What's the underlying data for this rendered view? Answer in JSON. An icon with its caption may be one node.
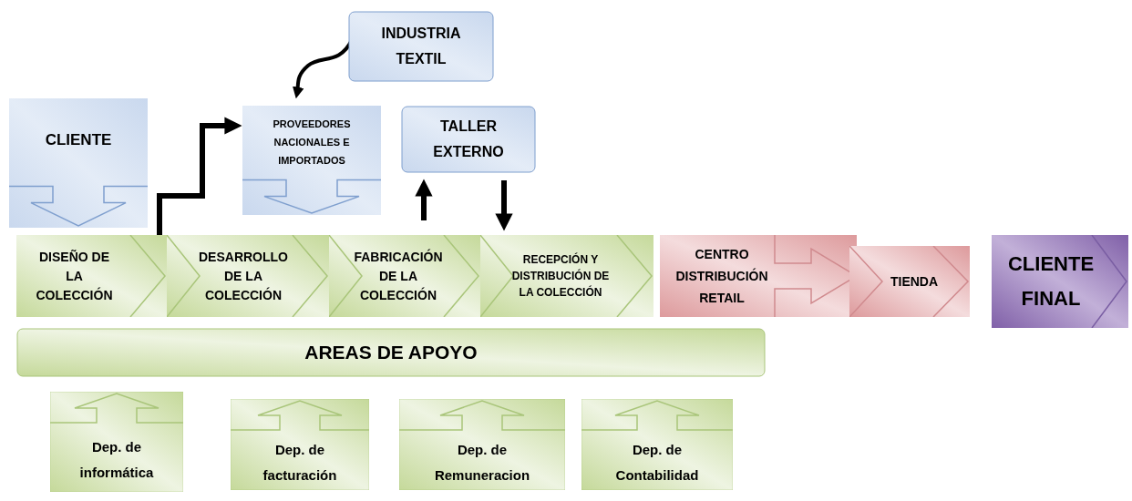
{
  "diagram": {
    "nodes": [
      {
        "text": [
          "CLIENTE"
        ]
      },
      {
        "text": [
          "INDUSTRIA TEXTIL"
        ]
      },
      {
        "text": [
          "PROVEEDORES NACIONALES E IMPORTADOS"
        ]
      },
      {
        "text": [
          "TALLER EXTERNO"
        ]
      },
      {
        "text": [
          "DISEÑO DE LA COLECCIÓN"
        ]
      },
      {
        "text": [
          "DESARROLLO DE LA COLECCIÓN"
        ]
      },
      {
        "text": [
          "FABRICACIÓN DE LA COLECCIÓN"
        ]
      },
      {
        "text": [
          "RECEPCIÓN Y DISTRIBUCIÓN DE LA COLECCIÓN"
        ]
      },
      {
        "text": [
          "CENTRO DISTRIBUCIÓN RETAIL"
        ]
      },
      {
        "text": [
          "TIENDA"
        ]
      },
      {
        "text": [
          "CLIENTE FINAL"
        ]
      },
      {
        "text": [
          "AREAS DE APOYO"
        ]
      },
      {
        "text": [
          "Dep. de informática"
        ]
      },
      {
        "text": [
          "Dep. de facturación"
        ]
      },
      {
        "text": [
          "Dep. de Remuneracion"
        ]
      },
      {
        "text": [
          "Dep. de Contabilidad"
        ]
      }
    ],
    "edges": [
      {
        "from": 1,
        "to": 2,
        "arrow": "to"
      },
      {
        "from": 4,
        "to": 2,
        "arrow": "to"
      },
      {
        "from": 6,
        "to": 3,
        "arrow": "to"
      },
      {
        "from": 3,
        "to": 7,
        "arrow": "to"
      }
    ]
  }
}
